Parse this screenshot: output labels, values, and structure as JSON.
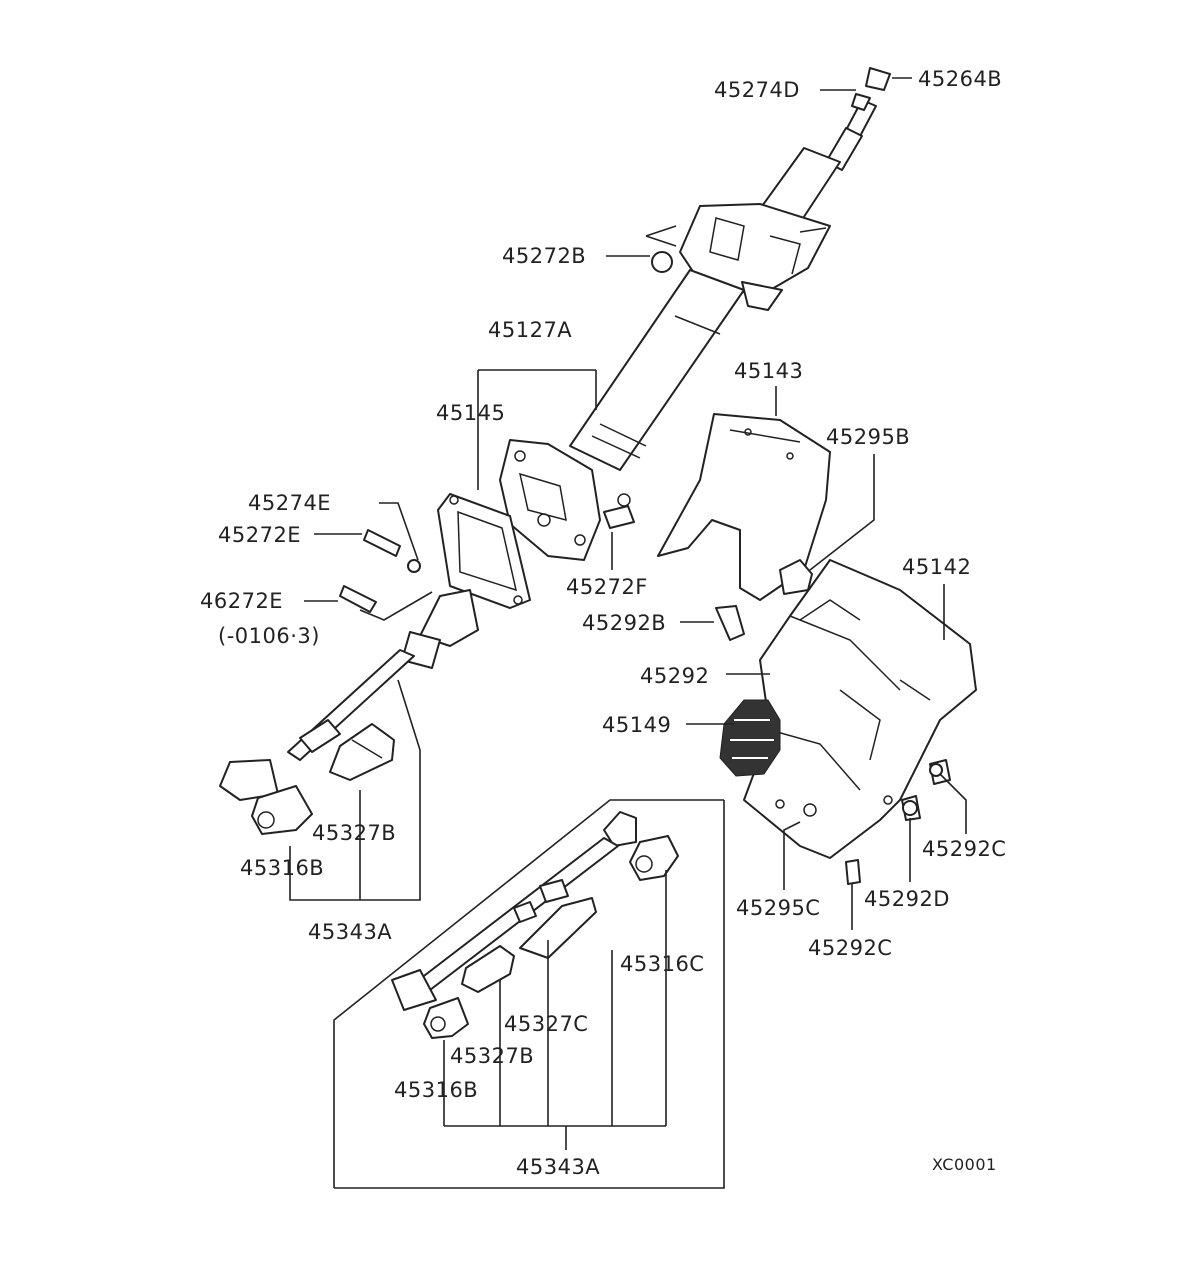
{
  "diagram": {
    "labels": {
      "l45274D": "45274D",
      "l45264B": "45264B",
      "l45272B": "45272B",
      "l45127A": "45127A",
      "l45143": "45143",
      "l45145": "45145",
      "l45295B": "45295B",
      "l45274E": "45274E",
      "l45272E_a": "45272E",
      "l45272F": "45272F",
      "l45142": "45142",
      "l46272E": "46272E",
      "note_0106": "(-0106·3)",
      "l45292B": "45292B",
      "l45292": "45292",
      "l45149": "45149",
      "l45327B_a": "45327B",
      "l45316B_a": "45316B",
      "l45343A_a": "45343A",
      "l45292C_a": "45292C",
      "l45295C": "45295C",
      "l45292D": "45292D",
      "l45292C_b": "45292C",
      "l45316C": "45316C",
      "l45327C": "45327C",
      "l45327B_b": "45327B",
      "l45316B_b": "45316B",
      "l45343A_b": "45343A",
      "code": "XC0001"
    }
  }
}
